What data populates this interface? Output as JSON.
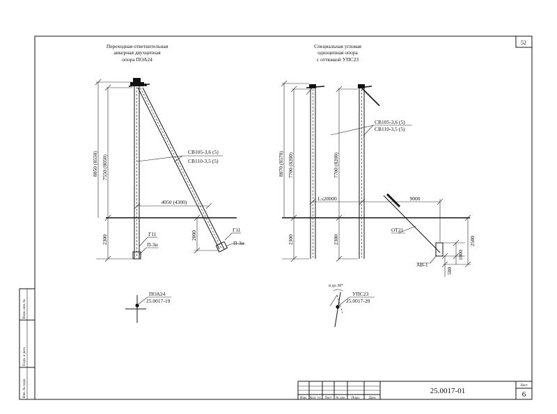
{
  "sheet_number_top": "52",
  "left_view": {
    "title_lines": [
      "Переходная ответвительная",
      "анкерная двухцепная",
      "опора ПОА24"
    ],
    "dim_total": "8050 (8550)",
    "dim_above": "7550 (8050)",
    "dim_underground": "2300",
    "dim_strut_depth": "2000",
    "dim_horizontal": "4050 (4300)",
    "wire_label_1": "СВ105-3,6 (5)",
    "wire_label_2": "СВ110-3,5 (5)",
    "pole_label_g": "Г11",
    "pole_label_p": "П-3и",
    "strut_label_g": "Г11",
    "strut_label_p": "П-3и",
    "plan_label": "ПОА24",
    "plan_code": "25.0017-19"
  },
  "right_view": {
    "title_lines": [
      "Специальная угловая",
      "одноцепная опора",
      "с оттяжкой УПС23"
    ],
    "dim_total": "8070 (8570)",
    "dim_above": "7700 (8200)",
    "dim_above_2": "7700 (8200)",
    "dim_underground": "2300",
    "dim_underground_2": "2300",
    "dim_span": "L≤20000",
    "dim_guy": "9000",
    "dim_anchor_depth": "2500",
    "dim_anchor_block": "1000",
    "dim_anchor_small": "500",
    "wire_label_1": "СВ105-3,6 (5)",
    "wire_label_2": "СВ110-3,5 (5)",
    "guy_label": "ОТ21",
    "anchor_label": "АВ-1",
    "angle_label": "α до 30°",
    "plan_label": "УПС23",
    "plan_code": "25.0017-20"
  },
  "side_stamp": [
    "Инв. № подл.",
    "Подп. и дата",
    "Взам. инв. №"
  ],
  "title_block": {
    "columns": [
      "Изм.",
      "Кол. уч.",
      "Лист",
      "№ док.",
      "Подп.",
      "Дата"
    ],
    "doc_code": "25.0017-01",
    "sheet_label": "Лист",
    "sheet_number": "6"
  }
}
